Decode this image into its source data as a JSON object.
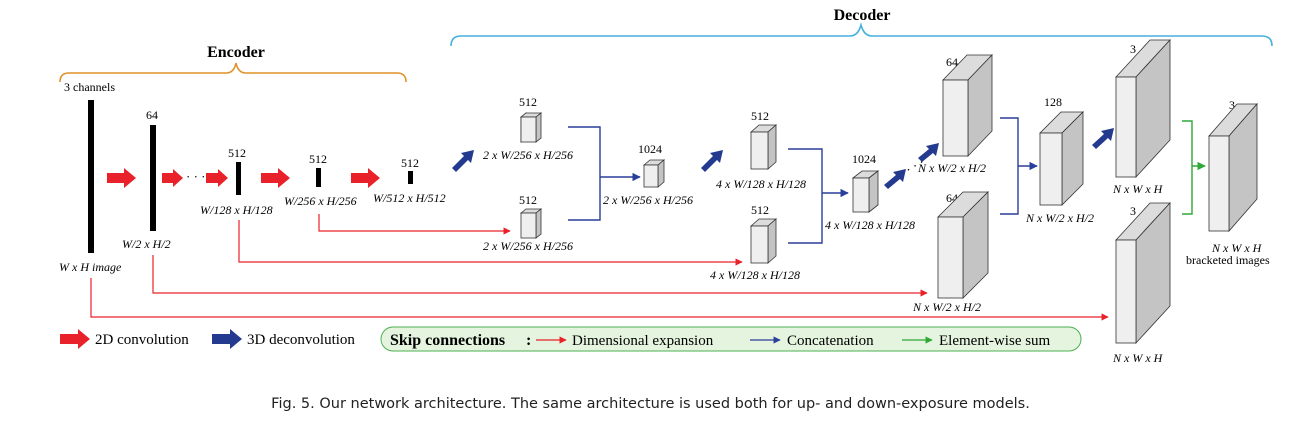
{
  "encoder": {
    "title": "Encoder",
    "input_channels": "3 channels",
    "input_dims": "W x H image"
  },
  "decoder": {
    "title": "Decoder"
  },
  "channels": {
    "enc1": "64",
    "enc2": "512",
    "enc3": "512",
    "enc4": "512",
    "d3a": "512",
    "d3b": "512",
    "d3c": "1024",
    "d4a": "512",
    "d4b": "512",
    "d4c": "1024",
    "d2a": "64",
    "d2b": "64",
    "d2c": "128",
    "out_a": "3",
    "out_b": "3",
    "out_final": "3"
  },
  "dims": {
    "enc1": "W/2 x H/2",
    "enc2": "W/128 x H/128",
    "enc3": "W/256 x H/256",
    "enc4": "W/512 x H/512",
    "d3a": "2 x W/256 x H/256",
    "d3b": "2 x W/256 x H/256",
    "d3c": "2 x W/256 x H/256",
    "d4a": "4 x W/128 x H/128",
    "d4b": "4 x W/128 x H/128",
    "d4c": "4 x W/128 x H/128",
    "d2a": "N x W/2 x H/2",
    "d2b": "N x W/2 x H/2",
    "d2c": "N x W/2 x H/2",
    "out_a": "N x W x H",
    "out_b": "N x W x H",
    "out_final": "N x W x H",
    "out_final_label": "bracketed images"
  },
  "legend": {
    "conv2d": "2D convolution",
    "deconv3d": "3D deconvolution",
    "skip_title": "Skip connections",
    "skip_colon": ":",
    "dimensional_expansion": "Dimensional expansion",
    "concatenation": "Concatenation",
    "element_wise_sum": "Element-wise sum"
  },
  "colors": {
    "conv_arrow": "#e8212a",
    "deconv_arrow": "#243a8e",
    "expansion": "#e8212a",
    "concat": "#2a3f9a",
    "sum": "#2ea836",
    "encoder_brace": "#e0912a",
    "decoder_brace": "#45b0de",
    "legend_box_fill": "#e4f4df",
    "legend_box_stroke": "#4caf50"
  },
  "caption": "Fig. 5.  Our network architecture. The same architecture is used both for up- and down-exposure models."
}
